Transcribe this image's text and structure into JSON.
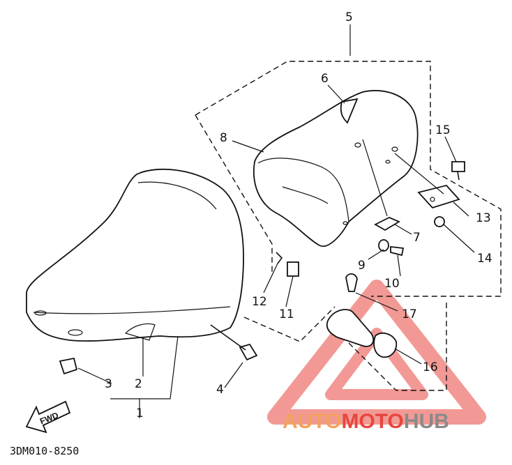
{
  "diagram": {
    "callouts": [
      {
        "id": "c1",
        "text": "1"
      },
      {
        "id": "c2",
        "text": "2"
      },
      {
        "id": "c3",
        "text": "3"
      },
      {
        "id": "c4",
        "text": "4"
      },
      {
        "id": "c5",
        "text": "5"
      },
      {
        "id": "c6",
        "text": "6"
      },
      {
        "id": "c7",
        "text": "7"
      },
      {
        "id": "c8",
        "text": "8"
      },
      {
        "id": "c9",
        "text": "9"
      },
      {
        "id": "c10",
        "text": "10"
      },
      {
        "id": "c11",
        "text": "11"
      },
      {
        "id": "c12",
        "text": "12"
      },
      {
        "id": "c13",
        "text": "13"
      },
      {
        "id": "c14",
        "text": "14"
      },
      {
        "id": "c15",
        "text": "15"
      },
      {
        "id": "c16",
        "text": "16"
      },
      {
        "id": "c17",
        "text": "17"
      }
    ],
    "direction_arrow": "FWD",
    "part_code": "3DM010-8250",
    "colors": {
      "line": "#111111",
      "watermark_red": "#e8463f",
      "watermark_orange": "#f3a35a",
      "watermark_gray": "#8a8a8a"
    }
  },
  "watermark": {
    "part1": "AUTO",
    "part2": "MOTO",
    "part3": "HUB"
  }
}
